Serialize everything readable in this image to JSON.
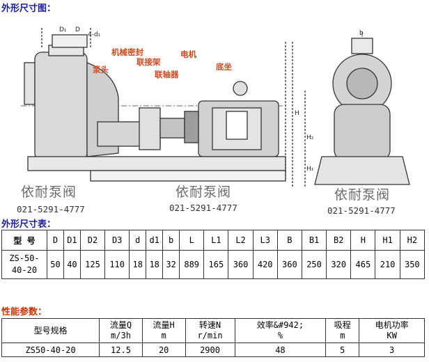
{
  "headings": {
    "outline": "外形尺寸图：",
    "dimension_table": "外形尺寸表：",
    "performance": "性能参数："
  },
  "watermark": {
    "name": "依耐泵阀",
    "phone": "021-5291-4777"
  },
  "part_labels": {
    "mechanical_seal": "机械密封",
    "pump_head": "泵头",
    "coupling_guard": "联接架",
    "coupling": "联轴器",
    "motor": "电机",
    "base": "底坐"
  },
  "drawing_labels": {
    "D": "D",
    "D1": "D₁",
    "d": "4-d₁",
    "b": "b",
    "H": "H",
    "H1": "H₁",
    "H2": "H₂"
  },
  "dimension_table": {
    "headers": [
      "型 号",
      "D",
      "D1",
      "D2",
      "D3",
      "d",
      "d1",
      "b",
      "L",
      "L1",
      "L2",
      "L3",
      "B",
      "B1",
      "B2",
      "H",
      "H1",
      "H2"
    ],
    "row": [
      "ZS-50-40-20",
      "50",
      "40",
      "125",
      "110",
      "18",
      "18",
      "32",
      "889",
      "165",
      "360",
      "420",
      "360",
      "250",
      "320",
      "465",
      "210",
      "350"
    ]
  },
  "performance_table": {
    "headers": [
      {
        "l1": "型号规格",
        "l2": ""
      },
      {
        "l1": "流量Q",
        "l2": "m/3h"
      },
      {
        "l1": "流量H",
        "l2": "m"
      },
      {
        "l1": "转速N",
        "l2": "r/min"
      },
      {
        "l1": "效率&#942;",
        "l2": "%"
      },
      {
        "l1": "吸程",
        "l2": "m"
      },
      {
        "l1": "电机功率",
        "l2": "KW"
      }
    ],
    "row": [
      "ZS50-40-20",
      "12.5",
      "20",
      "2900",
      "48",
      "5",
      "3"
    ]
  }
}
